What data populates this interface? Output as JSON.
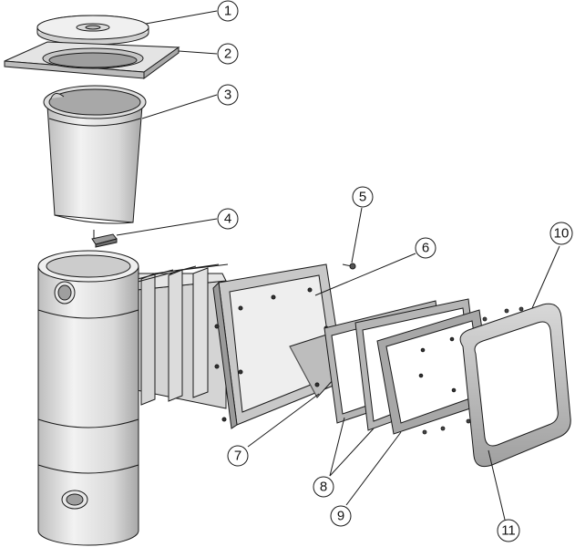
{
  "callouts": [
    "1",
    "2",
    "3",
    "4",
    "5",
    "6",
    "7",
    "8",
    "9",
    "10",
    "11"
  ],
  "colors": {
    "line": "#1a1a1a",
    "part_light": "#e6e6e6",
    "part_mid": "#cfcfcf",
    "part_dark": "#9a9a9a",
    "gasket": "#b5b5b5",
    "background": "#ffffff"
  }
}
